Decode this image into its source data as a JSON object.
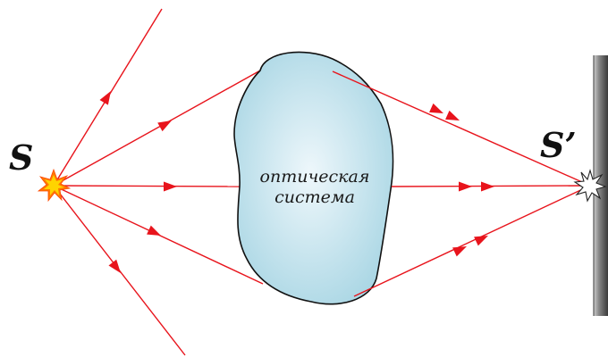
{
  "labels": {
    "source": "S",
    "image": "S’",
    "system_line1": "оптическая",
    "system_line2": "система"
  },
  "colors": {
    "ray": "#e8141c",
    "lens_fill_center": "#eef7fb",
    "lens_fill_edge": "#a9d6e4",
    "lens_stroke": "#111111",
    "screen_dark": "#3a3a3a",
    "screen_light": "#bdbdbd",
    "source_star": "#ffd400",
    "source_star_outer": "#ff7a00"
  },
  "icons": {
    "source": "star-burst-icon",
    "image_point": "star-outline-icon"
  }
}
